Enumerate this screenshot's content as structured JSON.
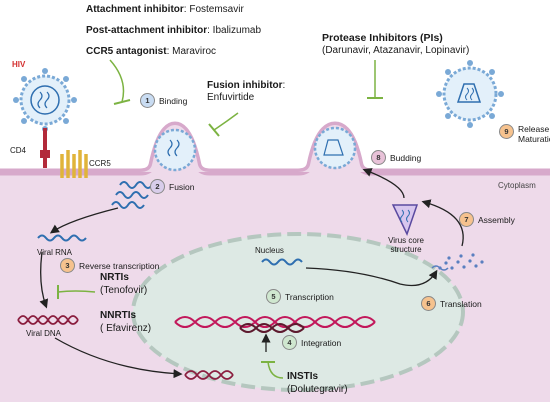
{
  "top_left": {
    "attachment": {
      "label": "Attachment inhibitor",
      "drug": ": Fostemsavir"
    },
    "post_attachment": {
      "label": "Post-attachment inhibitor",
      "drug": ": Ibalizumab"
    },
    "ccr5": {
      "label": "CCR5 antagonist",
      "drug": ": Maraviroc"
    }
  },
  "fusion_inhibitor": {
    "label": "Fusion inhibitor",
    "colon": ":",
    "drug": "Enfuvirtide"
  },
  "protease": {
    "label": "Protease Inhibitors (PIs)",
    "drugs": "(Darunavir, Atazanavir, Lopinavir)"
  },
  "labels": {
    "hiv": "HIV",
    "cd4": "CD4",
    "ccr5": "CCR5",
    "cytoplasm": "Cytoplasm",
    "nucleus": "Nucleus",
    "viral_rna": "Viral RNA",
    "viral_dna": "Viral DNA",
    "virus_core": "Virus core structure"
  },
  "steps": [
    {
      "n": "1",
      "label": "Binding"
    },
    {
      "n": "2",
      "label": "Fusion"
    },
    {
      "n": "3",
      "label": "Reverse transcription"
    },
    {
      "n": "4",
      "label": "Integration"
    },
    {
      "n": "5",
      "label": "Transcription"
    },
    {
      "n": "6",
      "label": "Translation"
    },
    {
      "n": "7",
      "label": "Assembly"
    },
    {
      "n": "8",
      "label": "Budding"
    },
    {
      "n": "9",
      "label": "Release & Maturation"
    }
  ],
  "drug_classes": {
    "nrtis": {
      "label": "NRTIs",
      "drug": "(Tenofovir)"
    },
    "nnrtis": {
      "label": "NNRTIs",
      "drug": "( Efavirenz)"
    },
    "instis": {
      "label": "INSTIs",
      "drug": "(Dolutegravir)"
    }
  },
  "colors": {
    "cytoplasm": "#eedaea",
    "membrane": "#d7a9cb",
    "nucleus": "#dde9e4",
    "virus_blue": "#2f6fb0",
    "inhibitor_green": "#7cb342",
    "hiv_label": "#d32f2f"
  }
}
